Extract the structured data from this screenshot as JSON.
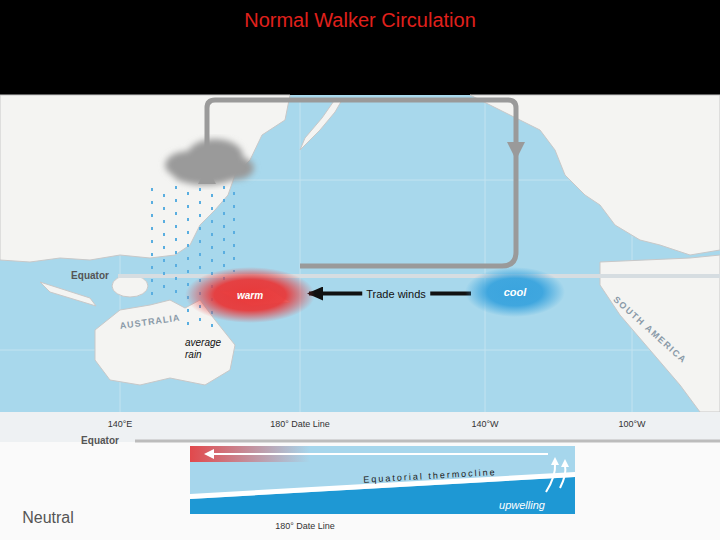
{
  "diagram": {
    "title": "Normal Walker Circulation",
    "nodes": [
      {
        "text": [
          "warm"
        ]
      },
      {
        "text": [
          "cool"
        ]
      }
    ],
    "edges": [
      {
        "from": 1,
        "to": 0,
        "arrow": "to",
        "label": "Trade winds"
      }
    ],
    "labels": [
      "Equator",
      "average rain",
      "AUSTRALIA",
      "SOUTH AMERICA",
      "140°E",
      "180° Date Line",
      "140°W",
      "100°W",
      "Equator",
      "Equatorial thermocline",
      "upwelling",
      "Neutral",
      "180° Date Line"
    ]
  }
}
